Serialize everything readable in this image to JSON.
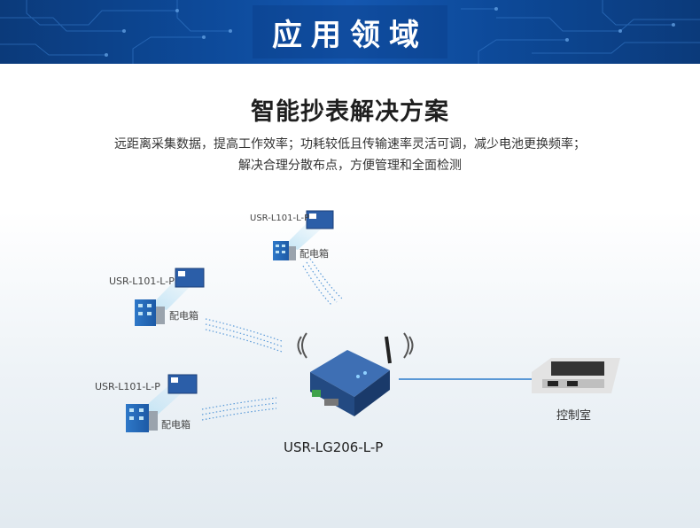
{
  "banner": {
    "title": "应用领域"
  },
  "section": {
    "title": "智能抄表解决方案",
    "desc_line1": "远距离采集数据，提高工作效率；功耗较低且传输速率灵活可调，减少电池更换频率；",
    "desc_line2": "解决合理分散布点，方便管理和全面检测"
  },
  "nodes": [
    {
      "module_label": "USR-L101-L-P",
      "box_label": "配电箱"
    },
    {
      "module_label": "USR-L101-L-P",
      "box_label": "配电箱"
    },
    {
      "module_label": "USR-L101-L-P",
      "box_label": "配电箱"
    }
  ],
  "gateway": {
    "name": "USR-LG206-L-P"
  },
  "control_room": {
    "label": "控制室"
  },
  "colors": {
    "banner": "#0d4a9a",
    "signal": "#4a8fd0",
    "link": "#2a7acb"
  }
}
